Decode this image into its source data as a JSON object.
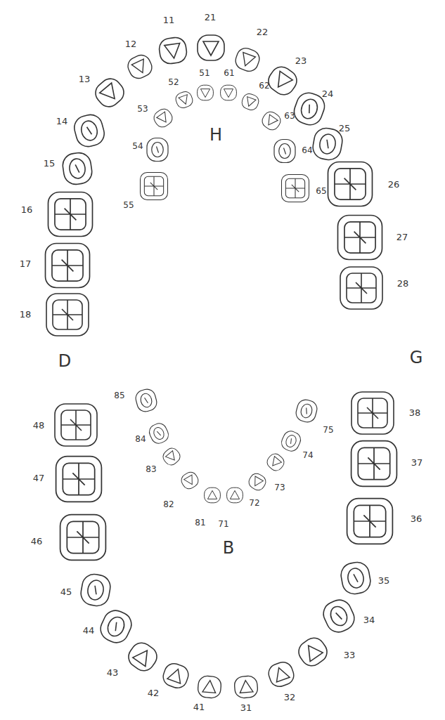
{
  "diagram": {
    "labels": [
      "11",
      "21",
      "12",
      "22",
      "13",
      "23",
      "14",
      "24",
      "H",
      "51",
      "61",
      "52",
      "62",
      "15",
      "25",
      "53",
      "63",
      "54",
      "64",
      "16",
      "26",
      "55",
      "65",
      "17",
      "27",
      "18",
      "28",
      "D",
      "G",
      "48",
      "85",
      "75",
      "38",
      "84",
      "74",
      "47",
      "83",
      "73",
      "82",
      "72",
      "81",
      "71",
      "37",
      "B",
      "46",
      "36",
      "45",
      "35",
      "44",
      "34",
      "43",
      "33",
      "42",
      "32",
      "41",
      "31"
    ]
  }
}
